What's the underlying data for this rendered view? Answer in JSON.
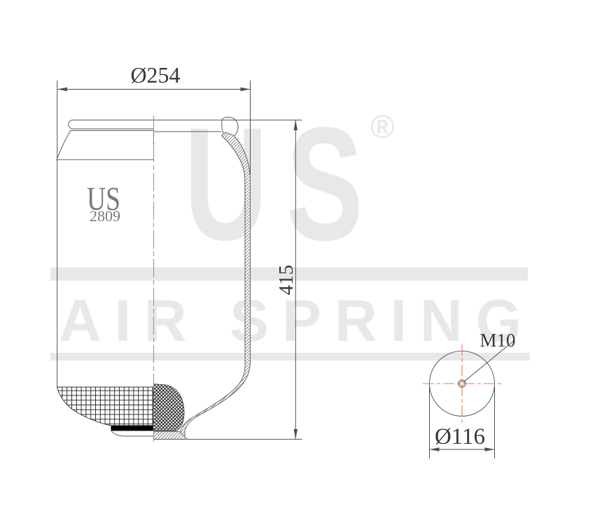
{
  "watermark": {
    "brand": "US",
    "registered_mark": "®",
    "tagline": "AIR SPRING"
  },
  "part_label": {
    "brand": "US",
    "number": "2809"
  },
  "dimensions": {
    "top_diameter": "Ø254",
    "height": "415",
    "thread": "M10",
    "bottom_diameter": "Ø116"
  },
  "colors": {
    "outline": "#5a5a5a",
    "dimension": "#4f4f4f",
    "centerline": "#f07850",
    "label": "#7a7a7a",
    "watermark": "#e8e8e8"
  }
}
